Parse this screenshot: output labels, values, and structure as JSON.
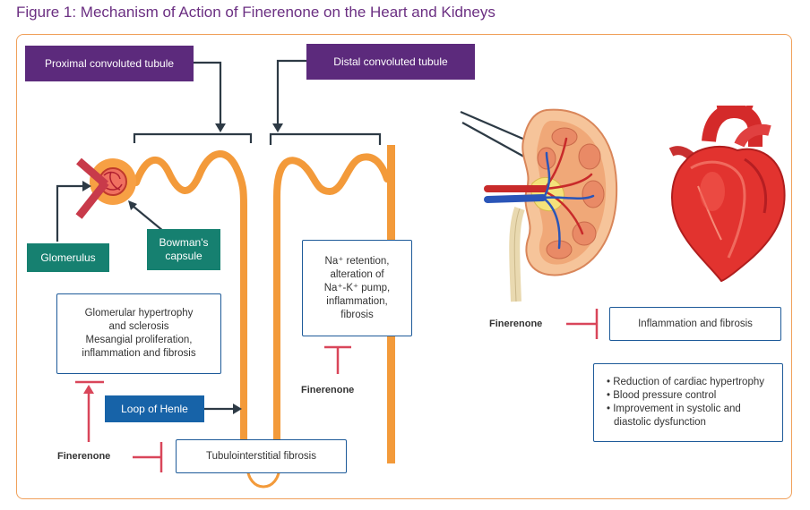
{
  "figure_title": "Figure 1: Mechanism of Action of Finerenone on the Heart and Kidneys",
  "labels": {
    "proximal": "Proximal convoluted tubule",
    "distal": "Distal convoluted tubule",
    "glomerulus": "Glomerulus",
    "bowman_line1": "Bowman's",
    "bowman_line2": "capsule",
    "loop": "Loop of Henle"
  },
  "effects": {
    "glomerular": [
      "Glomerular hypertrophy",
      "and sclerosis",
      "Mesangial proliferation,",
      "inflammation and fibrosis"
    ],
    "distal": [
      "Na⁺ retention,",
      "alteration of",
      "Na⁺-K⁺ pump,",
      "inflammation,",
      "fibrosis"
    ],
    "tubulo": "Tubulointerstitial fibrosis",
    "heart_inflammation": "Inflammation and fibrosis",
    "cardiac_benefits": [
      "• Reduction of cardiac hypertrophy",
      "• Blood pressure control",
      "• Improvement in systolic and",
      "diastolic dysfunction"
    ]
  },
  "drug": {
    "left": "Finerenone",
    "middle": "Finerenone",
    "right": "Finerenone"
  },
  "colors": {
    "tubule": "#f39a3a",
    "purple": "#5c2a7c",
    "teal": "#168070",
    "blue": "#1763a8",
    "inhibitor": "#d9465a",
    "frame": "#f0a05a"
  }
}
